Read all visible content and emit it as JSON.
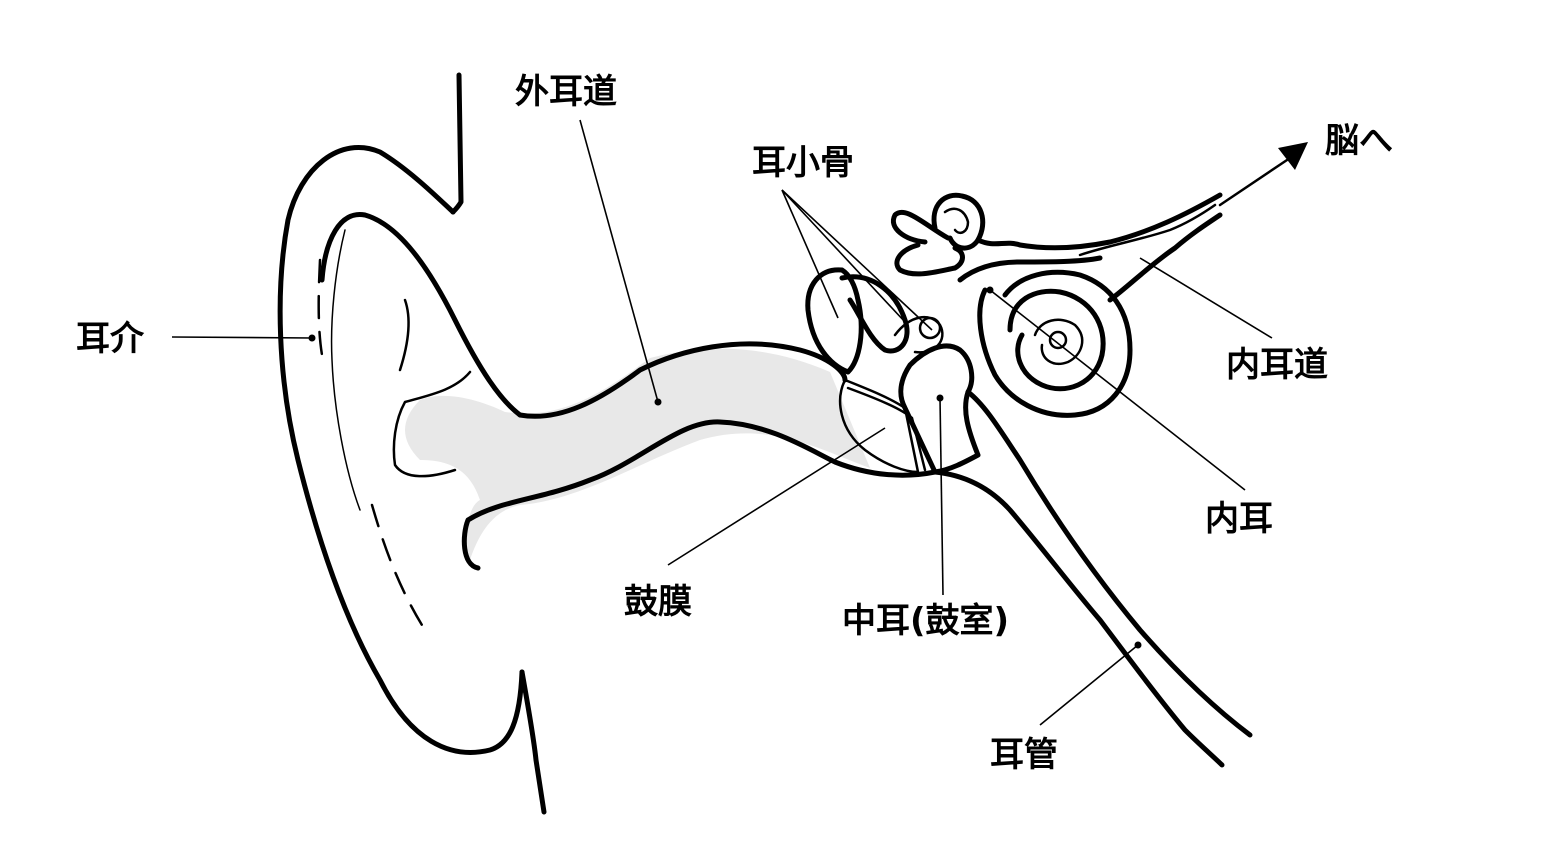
{
  "labels": {
    "auricle": "耳介",
    "ear_canal": "外耳道",
    "ossicles": "耳小骨",
    "to_brain": "脳へ",
    "internal_auditory_canal": "内耳道",
    "inner_ear": "内耳",
    "eardrum": "鼓膜",
    "middle_ear": "中耳(鼓室)",
    "eustachian_tube": "耳管"
  },
  "colors": {
    "ink": "#000000",
    "background": "#ffffff",
    "stipple": "#e8e8e8"
  }
}
